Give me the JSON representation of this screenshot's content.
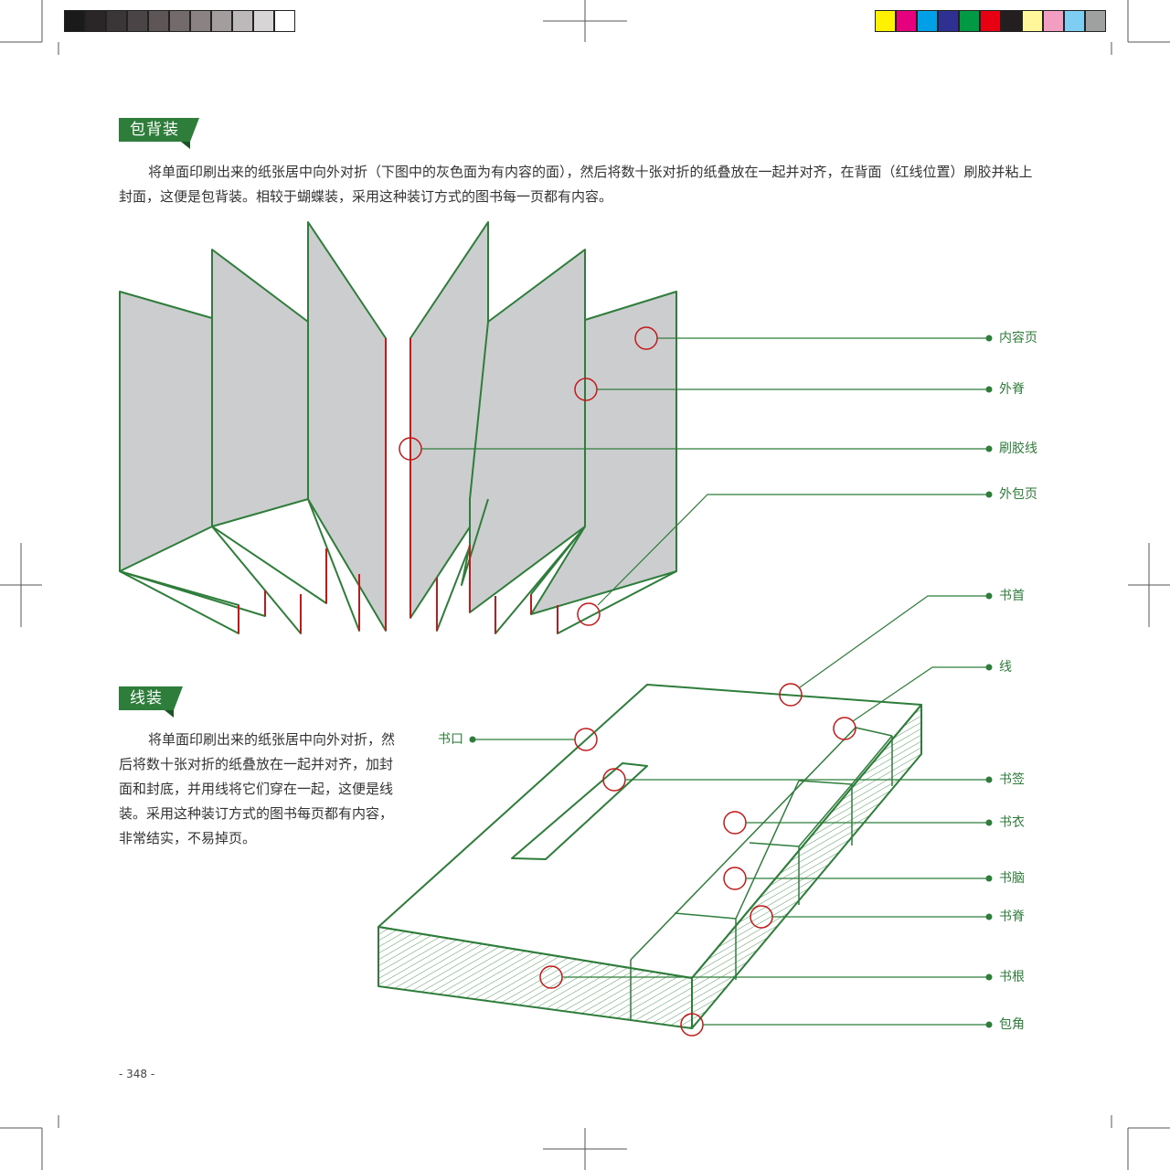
{
  "colors": {
    "green": "#2e7d3a",
    "gray_fill": "#cccdcf",
    "red": "#c21a1a",
    "tag_bg": "#2e7d3a"
  },
  "gray_bar": [
    "#1a1a1a",
    "#2a2627",
    "#3a3536",
    "#4b4446",
    "#5e5557",
    "#726a6b",
    "#8a8283",
    "#a39d9e",
    "#bdb8b9",
    "#d8d5d6",
    "#ffffff"
  ],
  "color_bar": [
    "#fff200",
    "#e6007e",
    "#00a0e9",
    "#2e3192",
    "#009944",
    "#e60012",
    "#231f20",
    "#fff799",
    "#f19ec2",
    "#7ecef4",
    "#9fa0a0"
  ],
  "section1": {
    "title": "包背装",
    "text": "将单面印刷出来的纸张居中向外对折（下图中的灰色面为有内容的面），然后将数十张对折的纸叠放在一起并对齐，在背面（红线位置）刷胶并粘上封面，这便是包背装。相较于蝴蝶装，采用这种装订方式的图书每一页都有内容。",
    "labels": [
      "内容页",
      "外脊",
      "刷胶线",
      "外包页"
    ]
  },
  "section2": {
    "title": "线装",
    "text": "将单面印刷出来的纸张居中向外对折，然后将数十张对折的纸叠放在一起并对齐，加封面和封底，并用线将它们穿在一起，这便是线装。采用这种装订方式的图书每页都有内容，非常结实，不易掉页。",
    "left_label": "书口",
    "labels": [
      "书首",
      "线",
      "书签",
      "书衣",
      "书脑",
      "书脊",
      "书根",
      "包角"
    ]
  },
  "page_number": "- 348 -"
}
